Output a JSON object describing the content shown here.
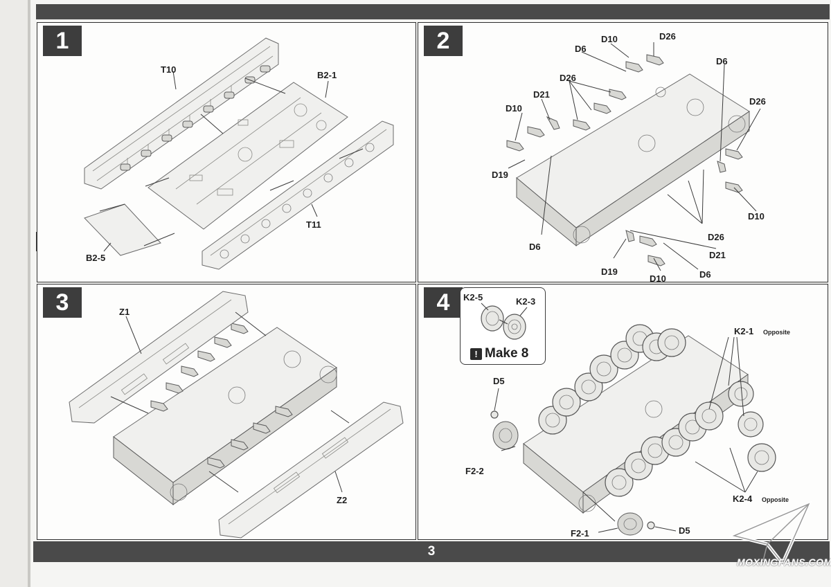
{
  "page_number": "3",
  "steps": [
    {
      "number": "1",
      "labels": [
        "T10",
        "B2-1",
        "T11",
        "B2-5"
      ]
    },
    {
      "number": "2",
      "labels": [
        "D10",
        "D26",
        "D6",
        "D6",
        "D26",
        "D21",
        "D10",
        "D26",
        "D19",
        "D10",
        "D26",
        "D6",
        "D21",
        "D19",
        "D10",
        "D6"
      ]
    },
    {
      "number": "3",
      "labels": [
        "Z1",
        "Z2"
      ]
    },
    {
      "number": "4",
      "labels": [
        "K2-5",
        "K2-3",
        "D5",
        "F2-2",
        "F2-1",
        "D5"
      ],
      "opposite_labels": [
        {
          "part": "K2-1",
          "note": "Opposite"
        },
        {
          "part": "K2-4",
          "note": "Opposite"
        }
      ],
      "make_note": {
        "icon": "!",
        "text": "Make 8"
      }
    }
  ],
  "watermark": {
    "text": "MOXINGFANS.COM",
    "icon": "paper-plane-icon"
  }
}
